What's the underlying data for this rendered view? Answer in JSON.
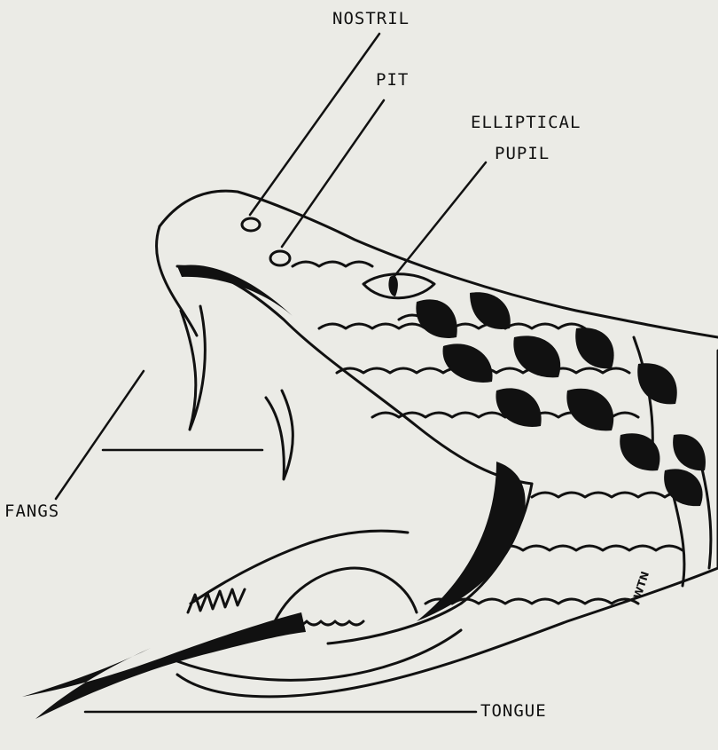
{
  "labels": {
    "nostril": "NOSTRIL",
    "pit": "PIT",
    "elliptical": "ELLIPTICAL",
    "pupil": "PUPIL",
    "fangs": "FANGS",
    "tongue": "TONGUE"
  },
  "signature": "WTN",
  "colors": {
    "background": "#ebebe6",
    "ink": "#111111",
    "fill": "#f4f4f0"
  }
}
